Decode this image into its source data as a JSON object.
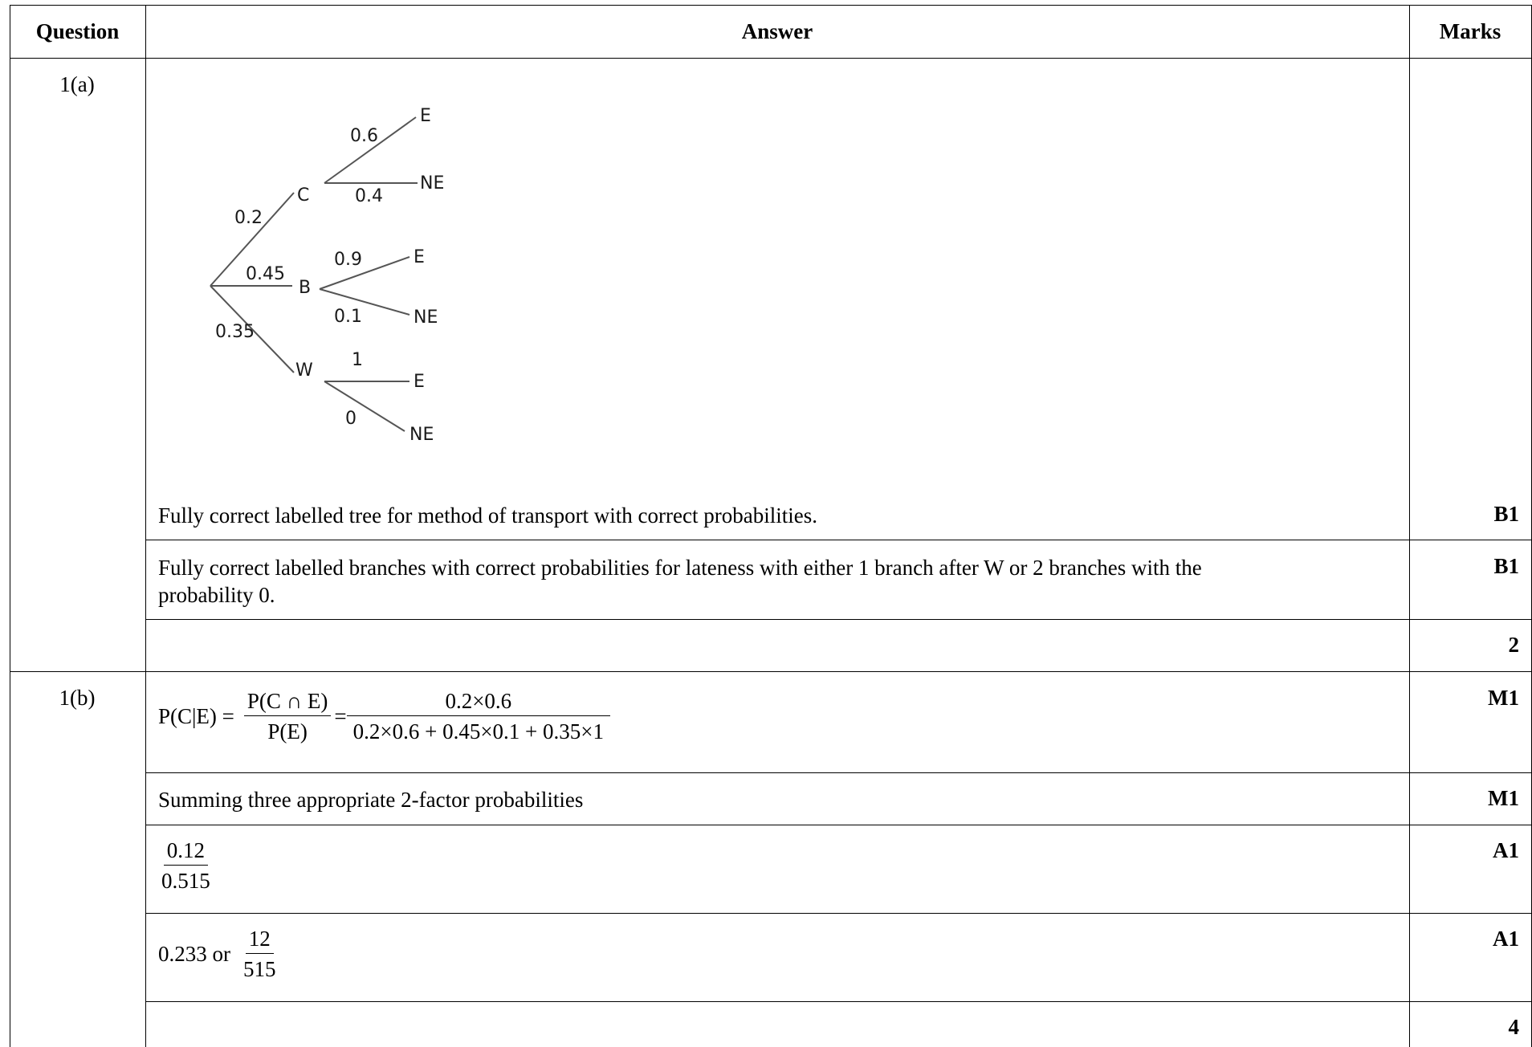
{
  "headers": {
    "question": "Question",
    "answer": "Answer",
    "marks": "Marks"
  },
  "q1a": {
    "label": "1(a)",
    "tree": {
      "first_level": [
        {
          "node": "C",
          "prob": "0.2"
        },
        {
          "node": "B",
          "prob": "0.45"
        },
        {
          "node": "W",
          "prob": "0.35"
        }
      ],
      "second_level": {
        "C": [
          {
            "node": "E",
            "prob": "0.6"
          },
          {
            "node": "NE",
            "prob": "0.4"
          }
        ],
        "B": [
          {
            "node": "E",
            "prob": "0.9"
          },
          {
            "node": "NE",
            "prob": "0.1"
          }
        ],
        "W": [
          {
            "node": "E",
            "prob": "1"
          },
          {
            "node": "NE",
            "prob": "0"
          }
        ]
      }
    },
    "rows": [
      {
        "text": "Fully correct labelled tree for method of transport with correct probabilities.",
        "mark": "B1"
      },
      {
        "text_line1": "Fully correct labelled branches with correct probabilities for lateness with either 1 branch after W or 2 branches with the",
        "text_line2": "probability 0.",
        "mark": "B1"
      }
    ],
    "total": "2"
  },
  "q1b": {
    "label": "1(b)",
    "row1": {
      "lhs": "P(C|E) =",
      "frac1_num": "P(C ∩ E)",
      "frac1_den": "P(E)",
      "equals": "=",
      "frac2_num": "0.2×0.6",
      "frac2_den": "0.2×0.6 + 0.45×0.1 + 0.35×1",
      "mark": "M1"
    },
    "row2": {
      "text": "Summing three appropriate 2-factor probabilities",
      "mark": "M1"
    },
    "row3": {
      "num": "0.12",
      "den": "0.515",
      "mark": "A1"
    },
    "row4": {
      "prefix": "0.233 or",
      "num": "12",
      "den": "515",
      "mark": "A1"
    },
    "total": "4"
  }
}
